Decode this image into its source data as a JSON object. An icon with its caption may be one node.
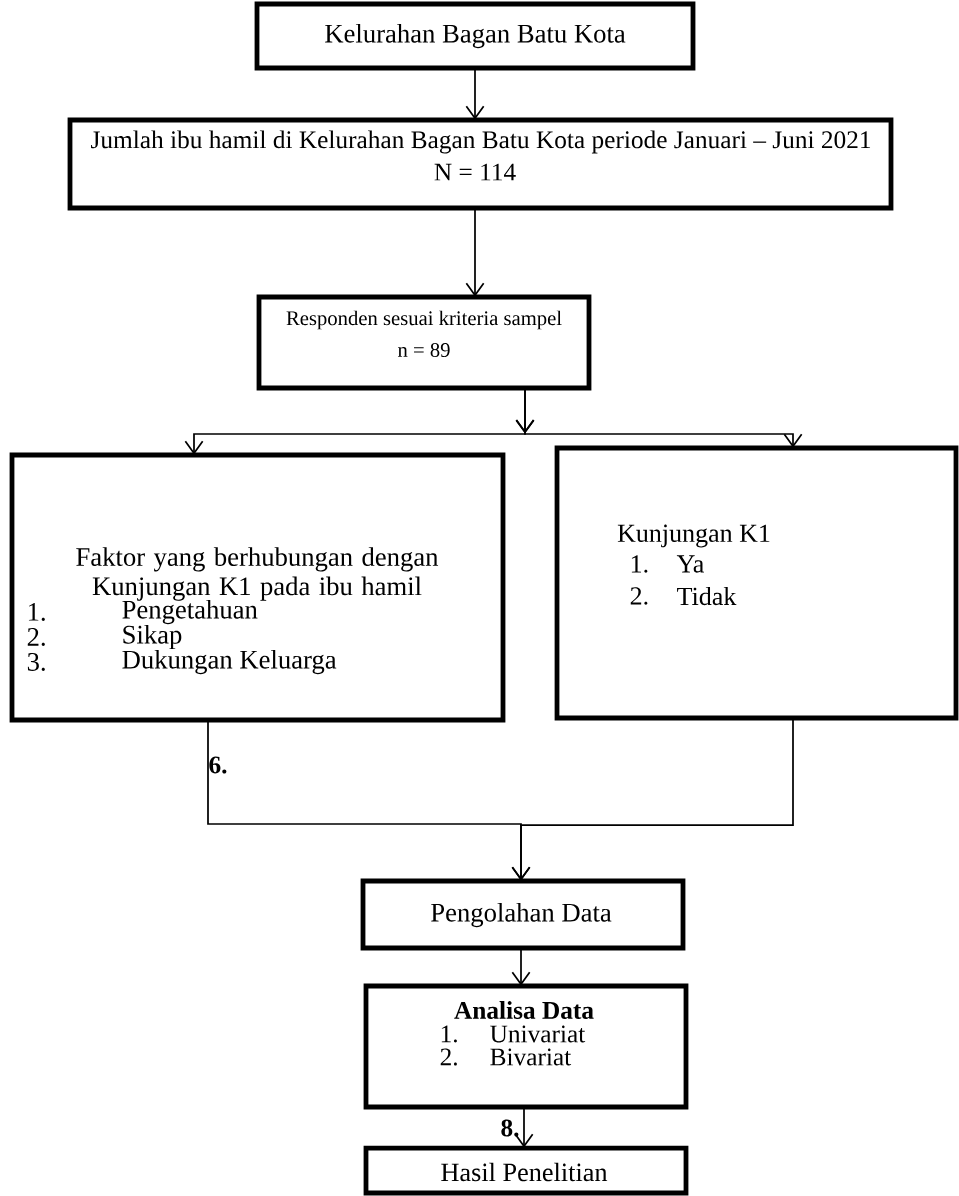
{
  "diagram": {
    "nodes": [
      {
        "text": [
          "Kelurahan Bagan Batu Kota"
        ]
      },
      {
        "text": [
          "Jumlah ibu hamil di Kelurahan Bagan Batu Kota periode Januari – Juni 2021",
          "N = 114"
        ]
      },
      {
        "text": [
          "Responden sesuai kriteria sampel",
          "n = 89"
        ]
      },
      {
        "text": [
          "Faktor yang berhubungan dengan Kunjungan K1 pada ibu hamil",
          "1.",
          "Pengetahuan",
          "2.",
          "Sikap",
          "3.",
          "Dukungan Keluarga"
        ]
      },
      {
        "text": [
          "Kunjungan K1",
          "1.",
          "Ya",
          "2.",
          "Tidak"
        ]
      },
      {
        "text": [
          "Pengolahan Data"
        ]
      },
      {
        "text": [
          "Analisa Data",
          "1.",
          "Univariat",
          "2.",
          "Bivariat"
        ]
      },
      {
        "text": [
          "Hasil Penelitian"
        ]
      }
    ],
    "edges": [
      {
        "from": 0,
        "to": 1,
        "arrow": "to"
      },
      {
        "from": 1,
        "to": 2,
        "arrow": "to"
      },
      {
        "from": 2,
        "to": 3,
        "arrow": "to"
      },
      {
        "from": 2,
        "to": 4,
        "arrow": "to"
      },
      {
        "from": 3,
        "to": 5,
        "arrow": "to"
      },
      {
        "from": 4,
        "to": 5,
        "arrow": "to"
      },
      {
        "from": 5,
        "to": 6,
        "arrow": "to"
      },
      {
        "from": 6,
        "to": 7,
        "arrow": "to"
      }
    ],
    "labels": [
      "6.",
      "8."
    ]
  }
}
